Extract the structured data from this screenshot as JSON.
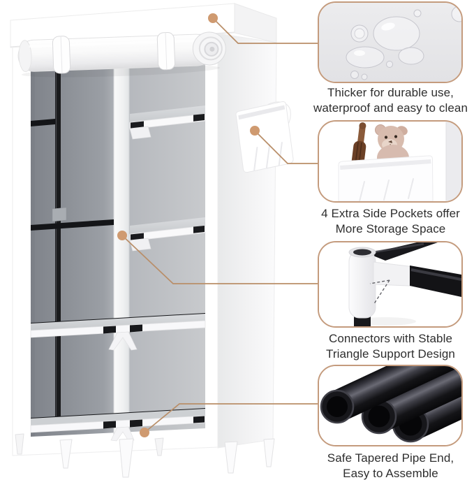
{
  "image_type": "product-feature-infographic",
  "product": {
    "name": "white portable fabric wardrobe with shelves and rolled-up cover"
  },
  "colors": {
    "leader_line": "#b98e68",
    "leader_dot": "#cf9a70",
    "card_border": "#c49b7d",
    "caption_text": "#2e2e2e",
    "canvas_background": "#ffffff"
  },
  "features": [
    {
      "id": "waterproof-fabric",
      "illustration": "water-droplets-on-fabric",
      "caption_line1": "Thicker for durable use,",
      "caption_line2": "waterproof and easy to clean"
    },
    {
      "id": "side-pockets",
      "illustration": "side-pocket-with-plush-bear-and-brush",
      "caption_line1": "4 Extra Side Pockets offer",
      "caption_line2": "More Storage Space"
    },
    {
      "id": "stable-connectors",
      "illustration": "pipe-connector-with-dashed-triangle",
      "caption_line1": "Connectors with Stable",
      "caption_line2": "Triangle Support Design"
    },
    {
      "id": "tapered-pipe-ends",
      "illustration": "three-black-tapered-pipes",
      "caption_line1": "Safe Tapered Pipe End,",
      "caption_line2": "Easy to Assemble"
    }
  ]
}
